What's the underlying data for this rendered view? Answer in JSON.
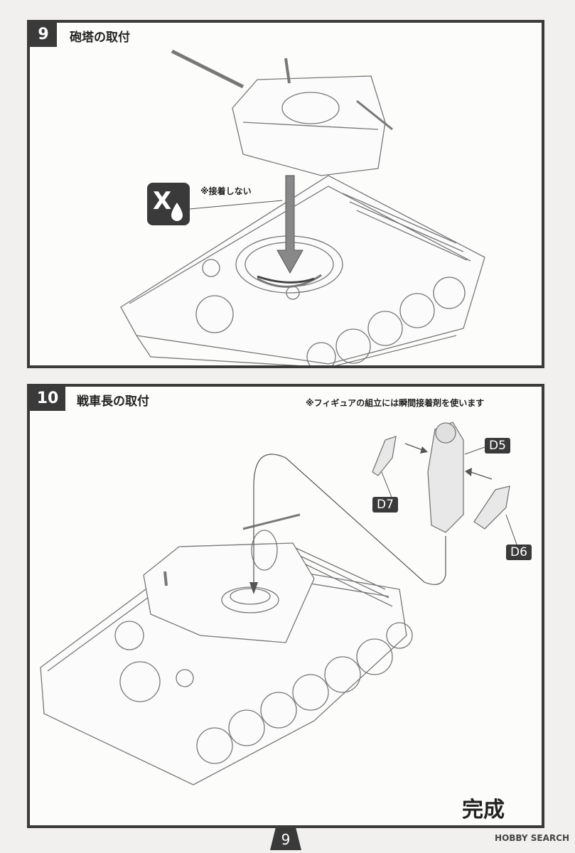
{
  "step9": {
    "number": "9",
    "title": "砲塔の取付",
    "note": "※接着しない",
    "no_glue_icon": "no-glue-icon"
  },
  "step10": {
    "number": "10",
    "title": "戦車長の取付",
    "note": "※フィギュアの組立には瞬間接着剤を使います",
    "parts": [
      "D5",
      "D6",
      "D7"
    ],
    "complete": "完成"
  },
  "page_number": "9",
  "watermark": "HOBBY SEARCH",
  "colors": {
    "panel_border": "#3a3a3a",
    "background": "#f1f0ee"
  }
}
